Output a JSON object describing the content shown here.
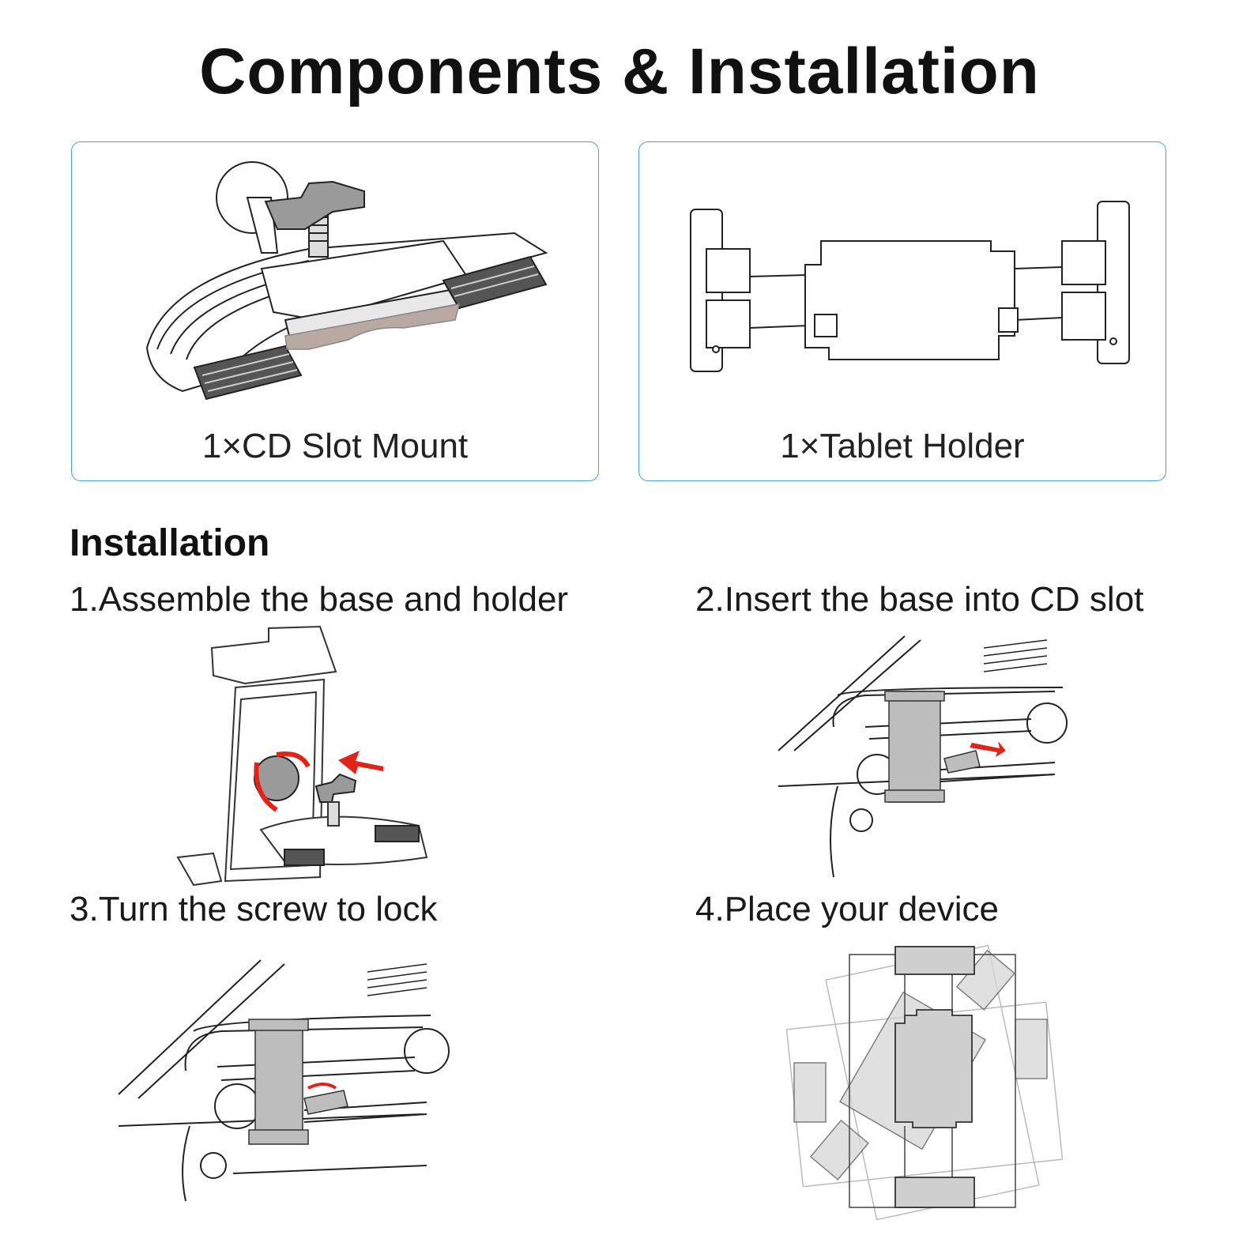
{
  "page_title": "Components & Installation",
  "components": [
    {
      "caption": "1×CD Slot Mount"
    },
    {
      "caption": "1×Tablet Holder"
    }
  ],
  "installation": {
    "heading": "Installation",
    "steps": [
      {
        "label": "1.Assemble the base and holder"
      },
      {
        "label": "2.Insert the base into CD slot"
      },
      {
        "label": "3.Turn the screw to lock"
      },
      {
        "label": "4.Place your device"
      }
    ]
  },
  "colors": {
    "card_border": "#4a9ed6",
    "arrow": "#e2231a",
    "part_gray": "#9a9a9a"
  }
}
